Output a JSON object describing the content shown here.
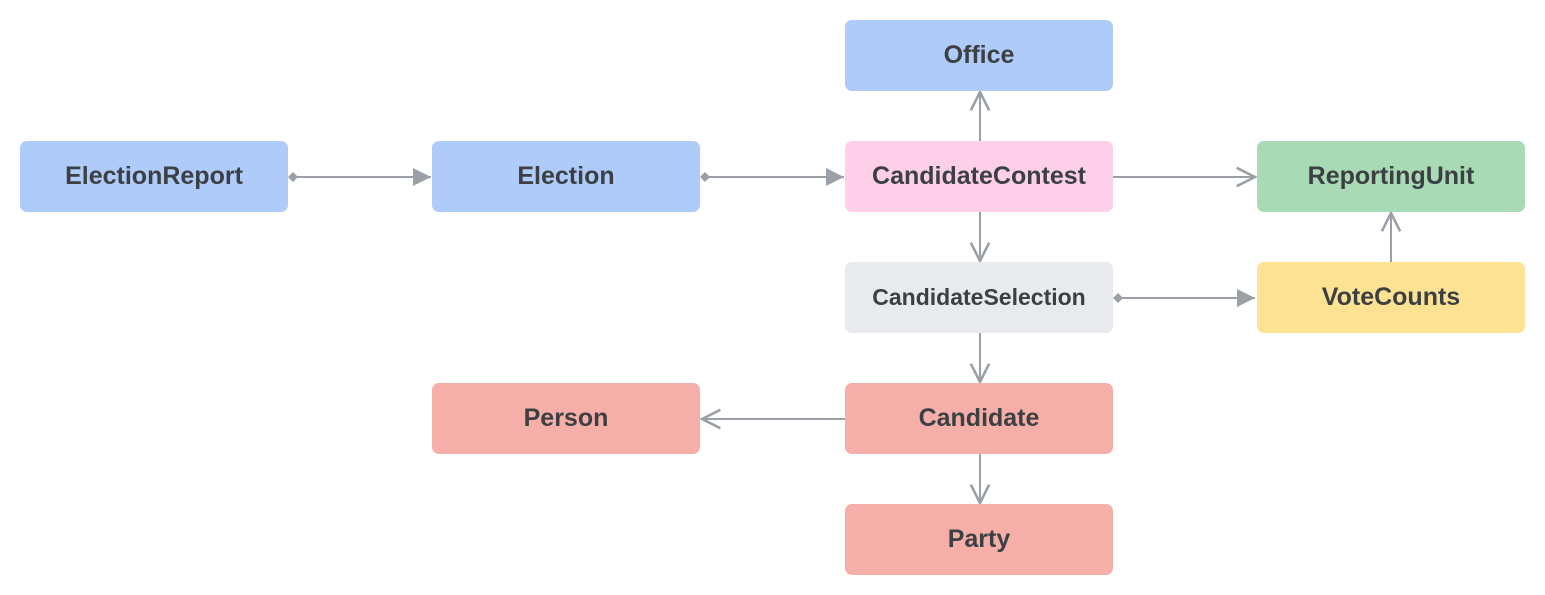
{
  "colors": {
    "blue": "#aecbfa",
    "pink": "#fdcfe8",
    "green": "#a8dab5",
    "yellow": "#fde293",
    "grey": "#e8eaed",
    "red": "#f6aea9",
    "edge": "#9aa0a6",
    "text": "#3c4043"
  },
  "nodes": {
    "office": "Office",
    "election_report": "ElectionReport",
    "election": "Election",
    "candidate_contest": "CandidateContest",
    "reporting_unit": "ReportingUnit",
    "candidate_selection": "CandidateSelection",
    "vote_counts": "VoteCounts",
    "person": "Person",
    "candidate": "Candidate",
    "party": "Party"
  },
  "edges": [
    {
      "from": "ElectionReport",
      "to": "Election",
      "type": "composition"
    },
    {
      "from": "Election",
      "to": "CandidateContest",
      "type": "composition"
    },
    {
      "from": "CandidateContest",
      "to": "Office",
      "type": "reference"
    },
    {
      "from": "CandidateContest",
      "to": "ReportingUnit",
      "type": "reference"
    },
    {
      "from": "CandidateContest",
      "to": "CandidateSelection",
      "type": "reference"
    },
    {
      "from": "CandidateSelection",
      "to": "VoteCounts",
      "type": "composition"
    },
    {
      "from": "VoteCounts",
      "to": "ReportingUnit",
      "type": "reference"
    },
    {
      "from": "CandidateSelection",
      "to": "Candidate",
      "type": "reference"
    },
    {
      "from": "Candidate",
      "to": "Person",
      "type": "reference"
    },
    {
      "from": "Candidate",
      "to": "Party",
      "type": "reference"
    }
  ]
}
